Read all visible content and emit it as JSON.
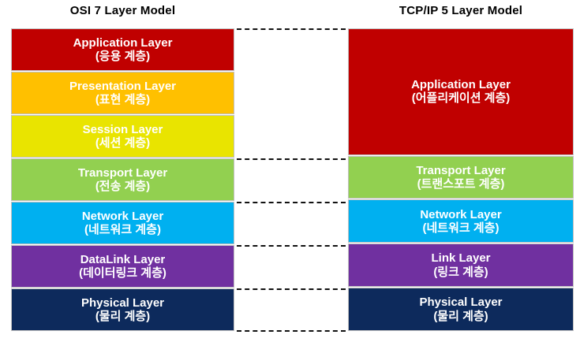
{
  "diagram": {
    "type": "layer-comparison",
    "left_column": {
      "title": "OSI 7 Layer Model",
      "layers": [
        {
          "en": "Application Layer",
          "ko": "(응용 계층)",
          "color": "#C00000",
          "span": 1
        },
        {
          "en": "Presentation Layer",
          "ko": "(표현 계층)",
          "color": "#FFC000",
          "span": 1
        },
        {
          "en": "Session Layer",
          "ko": "(세션 계층)",
          "color": "#E9E400",
          "span": 1
        },
        {
          "en": "Transport Layer",
          "ko": "(전송 계층)",
          "color": "#92D050",
          "span": 1
        },
        {
          "en": "Network Layer",
          "ko": "(네트워크 계층)",
          "color": "#00B0F0",
          "span": 1
        },
        {
          "en": "DataLink Layer",
          "ko": "(데이터링크 계층)",
          "color": "#7030A0",
          "span": 1
        },
        {
          "en": "Physical Layer",
          "ko": "(물리 계층)",
          "color": "#0D2A5C",
          "span": 1
        }
      ]
    },
    "right_column": {
      "title": "TCP/IP 5 Layer Model",
      "layers": [
        {
          "en": "Application Layer",
          "ko": "(어플리케이션 계층)",
          "color": "#C00000",
          "span": 3
        },
        {
          "en": "Transport Layer",
          "ko": "(트랜스포트 계층)",
          "color": "#92D050",
          "span": 1
        },
        {
          "en": "Network Layer",
          "ko": "(네트워크 계층)",
          "color": "#00B0F0",
          "span": 1
        },
        {
          "en": "Link Layer",
          "ko": "(링크 계층)",
          "color": "#7030A0",
          "span": 1
        },
        {
          "en": "Physical Layer",
          "ko": "(물리 계층)",
          "color": "#0D2A5C",
          "span": 1
        }
      ]
    },
    "connectors": {
      "style": "dashed",
      "color": "#111111",
      "count": 6,
      "positions_y": [
        36,
        201,
        256,
        311,
        366,
        420
      ]
    },
    "background_color": "#FFFFFF"
  }
}
